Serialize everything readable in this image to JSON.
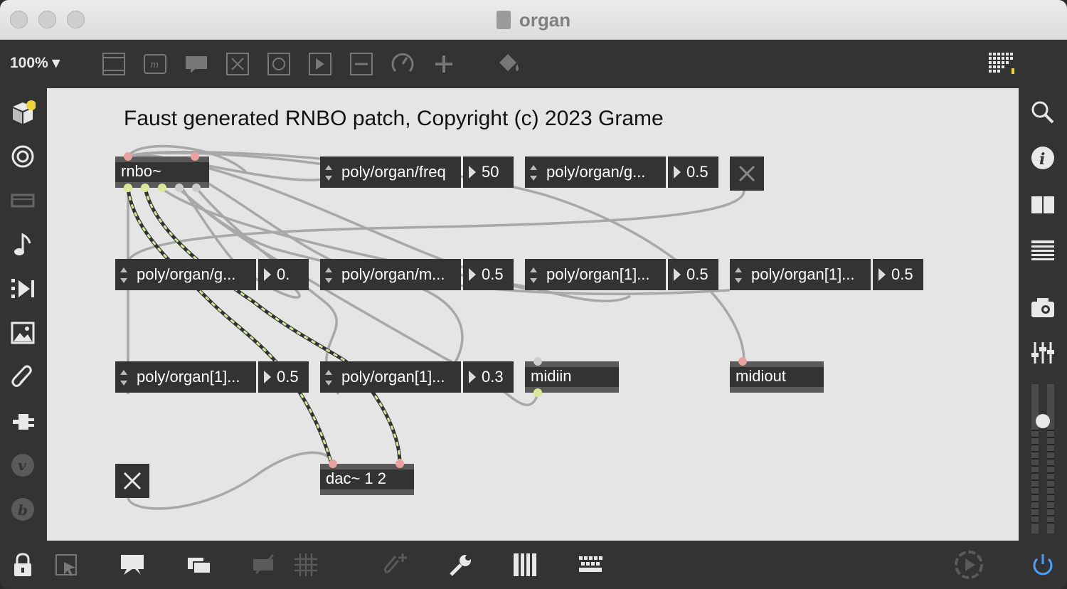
{
  "window": {
    "title": "organ"
  },
  "toolbar": {
    "zoom_label": "100% ▾",
    "icons": [
      "object-icon",
      "message-icon",
      "comment-icon",
      "toggle-icon",
      "button-icon",
      "number-icon",
      "slider-icon",
      "dial-icon",
      "add-icon",
      "format-icon",
      "grid-icon"
    ]
  },
  "patcher": {
    "comment": "Faust generated RNBO patch, Copyright (c) 2023 Grame",
    "rnbo_label": "rnbo~",
    "params": [
      {
        "label": "poly/organ/freq",
        "value": "50"
      },
      {
        "label": "poly/organ/g...",
        "value": "0.5"
      },
      {
        "label": "poly/organ/g...",
        "value": "0."
      },
      {
        "label": "poly/organ/m...",
        "value": "0.5"
      },
      {
        "label": "poly/organ[1]...",
        "value": "0.5"
      },
      {
        "label": "poly/organ[1]...",
        "value": "0.5"
      },
      {
        "label": "poly/organ[1]...",
        "value": "0.5"
      },
      {
        "label": "poly/organ[1]...",
        "value": "0.3"
      }
    ],
    "midiin_label": "midiin",
    "midiout_label": "midiout",
    "dac_label": "dac~ 1 2"
  },
  "colors": {
    "canvas": "#e5e5e5",
    "object": "#333333",
    "signal_cord": "#cfe89a",
    "cord": "#a8a8a8",
    "accent_blue": "#4a9eff",
    "badge_yellow": "#f0d23c"
  },
  "left_sidebar": [
    "package-icon",
    "discover-icon",
    "presentation-icon",
    "midi-note-icon",
    "media-play-icon",
    "image-icon",
    "clip-icon",
    "plugin-icon",
    "vst-icon",
    "beap-icon"
  ],
  "right_sidebar": [
    "search-icon",
    "info-icon",
    "split-view-icon",
    "list-icon",
    "snapshot-icon",
    "mixer-icon",
    "volume-slider"
  ],
  "bottom_bar": [
    "lock-icon",
    "presentation-mode-icon",
    "comment-bubble-icon",
    "windows-icon",
    "mute-icon",
    "grid-icon",
    "attach-icon",
    "wrench-icon",
    "piano-icon",
    "keyboard-icon",
    "transport-icon",
    "power-icon"
  ]
}
